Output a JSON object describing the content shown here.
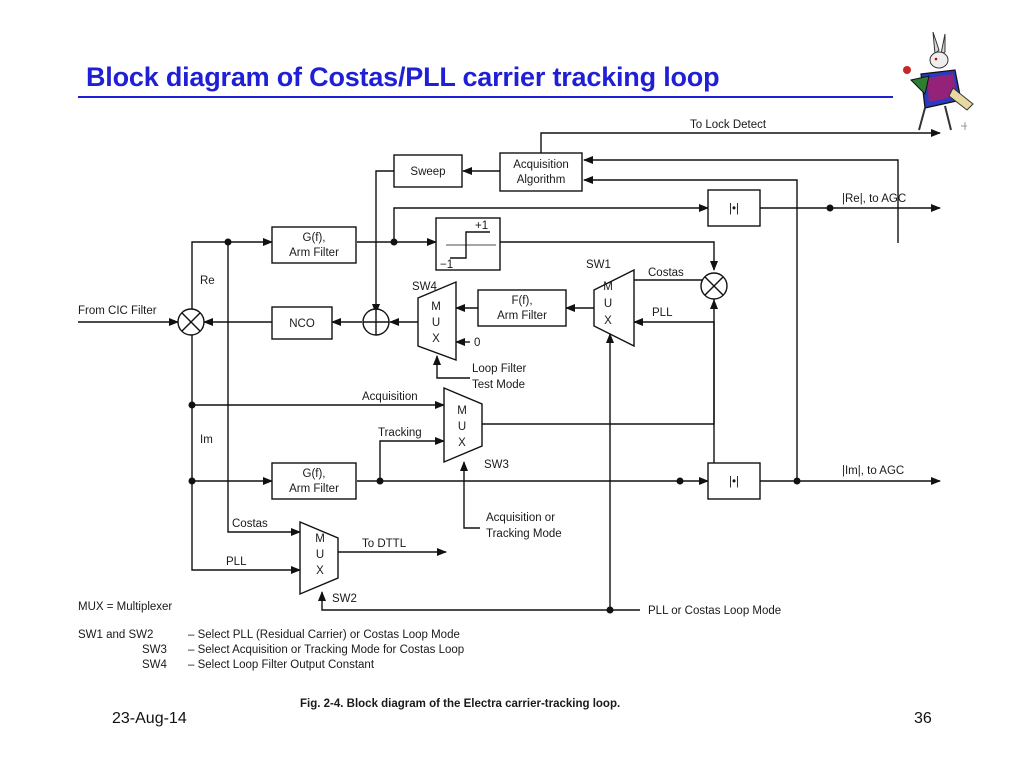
{
  "slide": {
    "title": "Block diagram of Costas/PLL carrier tracking loop",
    "date": "23-Aug-14",
    "page": "36"
  },
  "diagram": {
    "blocks": {
      "sweep": "Sweep",
      "acq_line1": "Acquisition",
      "acq_line2": "Algorithm",
      "abs": "|•|",
      "g_arm_line1": "G(f),",
      "g_arm_line2": "Arm Filter",
      "f_arm_line1": "F(f),",
      "f_arm_line2": "Arm Filter",
      "nco": "NCO",
      "plus_one": "+1",
      "minus_one": "−1",
      "mux_m": "M",
      "mux_u": "U",
      "mux_x": "X"
    },
    "labels": {
      "to_lock_detect": "To Lock Detect",
      "re_to_agc": "|Re|, to AGC",
      "im_to_agc": "|Im|, to AGC",
      "from_cic": "From CIC Filter",
      "re": "Re",
      "im": "Im",
      "sw1": "SW1",
      "sw2": "SW2",
      "sw3": "SW3",
      "sw4": "SW4",
      "costas_sw1": "Costas",
      "pll_sw1": "PLL",
      "zero": "0",
      "loop_filter_1": "Loop Filter",
      "loop_filter_2": "Test Mode",
      "acquisition": "Acquisition",
      "tracking": "Tracking",
      "acq_track_1": "Acquisition or",
      "acq_track_2": "Tracking Mode",
      "costas_sw2": "Costas",
      "pll_sw2": "PLL",
      "to_dttl": "To DTTL",
      "pll_costas_mode": "PLL or Costas Loop Mode"
    },
    "legend": {
      "mux_def": "MUX  =  Multiplexer",
      "sw12_key": "SW1 and SW2",
      "sw12_desc": "–   Select PLL (Residual Carrier) or Costas Loop Mode",
      "sw3_key": "SW3",
      "sw3_desc": "–   Select Acquisition or Tracking Mode for Costas Loop",
      "sw4_key": "SW4",
      "sw4_desc": "–   Select Loop Filter Output Constant"
    },
    "caption": "Fig. 2-4.  Block diagram of the Electra carrier-tracking loop."
  }
}
